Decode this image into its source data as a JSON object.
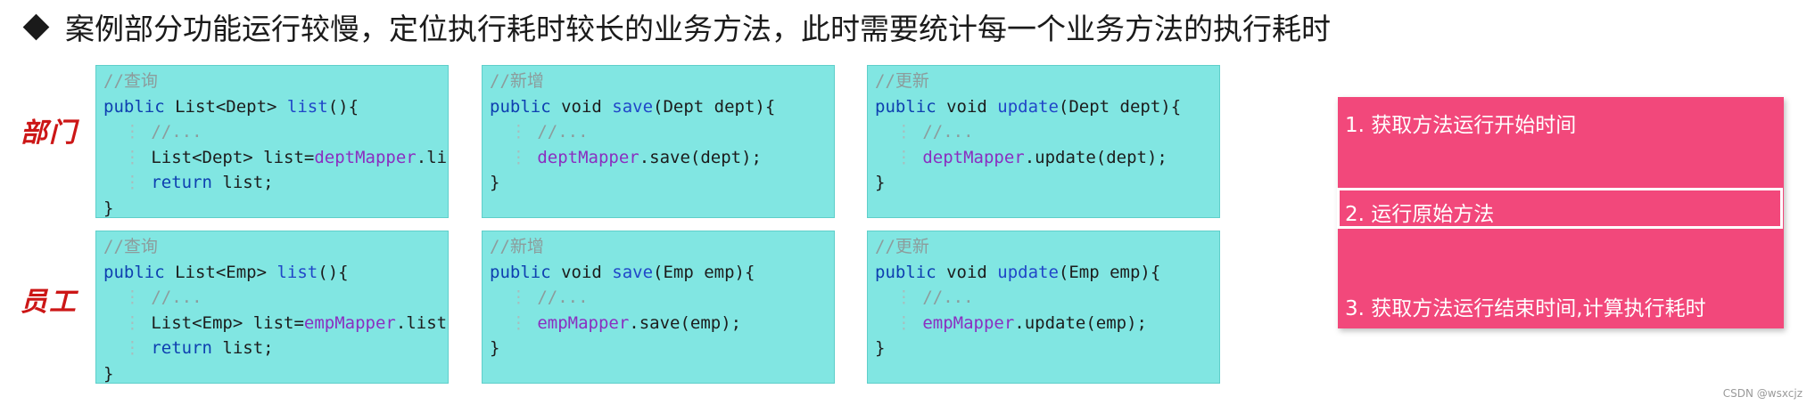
{
  "title": "案例部分功能运行较慢，定位执行耗时较长的业务方法，此时需要统计每一个业务方法的执行耗时",
  "rows": {
    "dept": {
      "label": "部门"
    },
    "emp": {
      "label": "员工"
    }
  },
  "code": {
    "dept_list": {
      "comment": "//查询",
      "kw": "public",
      "sig_a": " List<Dept> ",
      "fn": "list",
      "sig_b": "(){",
      "body_comment": "//...",
      "body_a": "List<Dept> list=",
      "mapper": "deptMapper",
      "body_b": ".list();",
      "ret": "return",
      "ret_b": " list;",
      "close": "}"
    },
    "dept_save": {
      "comment": "//新增",
      "kw": "public",
      "sig_a": " void ",
      "fn": "save",
      "sig_b": "(Dept dept){",
      "body_comment": "//...",
      "mapper": "deptMapper",
      "body_b": ".save(dept);",
      "close": "}"
    },
    "dept_update": {
      "comment": "//更新",
      "kw": "public",
      "sig_a": " void ",
      "fn": "update",
      "sig_b": "(Dept dept){",
      "body_comment": "//...",
      "mapper": "deptMapper",
      "body_b": ".update(dept);",
      "close": "}"
    },
    "emp_list": {
      "comment": "//查询",
      "kw": "public",
      "sig_a": " List<Emp> ",
      "fn": "list",
      "sig_b": "(){",
      "body_comment": "//...",
      "body_a": "List<Emp> list=",
      "mapper": "empMapper",
      "body_b": ".list();",
      "ret": "return",
      "ret_b": " list;",
      "close": "}"
    },
    "emp_save": {
      "comment": "//新增",
      "kw": "public",
      "sig_a": " void ",
      "fn": "save",
      "sig_b": "(Emp emp){",
      "body_comment": "//...",
      "mapper": "empMapper",
      "body_b": ".save(emp);",
      "close": "}"
    },
    "emp_update": {
      "comment": "//更新",
      "kw": "public",
      "sig_a": " void ",
      "fn": "update",
      "sig_b": "(Emp emp){",
      "body_comment": "//...",
      "mapper": "empMapper",
      "body_b": ".update(emp);",
      "close": "}"
    }
  },
  "steps": {
    "step1": "1. 获取方法运行开始时间",
    "step2": "2. 运行原始方法",
    "step3": "3. 获取方法运行结束时间,计算执行耗时"
  },
  "watermark": "CSDN @wsxcjz",
  "colors": {
    "code_bg": "#81e6e2",
    "steps_bg": "#f2487b",
    "row_label": "#cc1616"
  }
}
